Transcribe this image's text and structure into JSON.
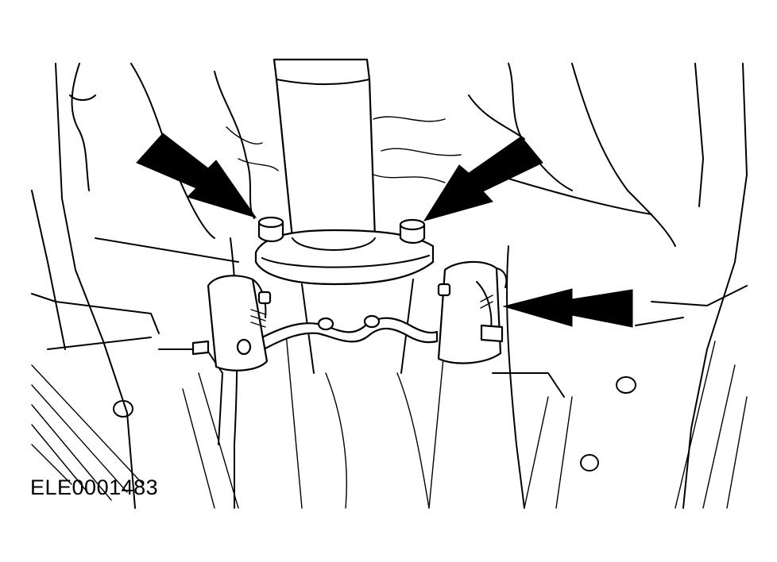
{
  "figure": {
    "code": "ELE0001483"
  },
  "colors": {
    "line": "#000000",
    "background": "#ffffff"
  },
  "callouts": {
    "count": 3,
    "style": "solid-black-arrow"
  }
}
